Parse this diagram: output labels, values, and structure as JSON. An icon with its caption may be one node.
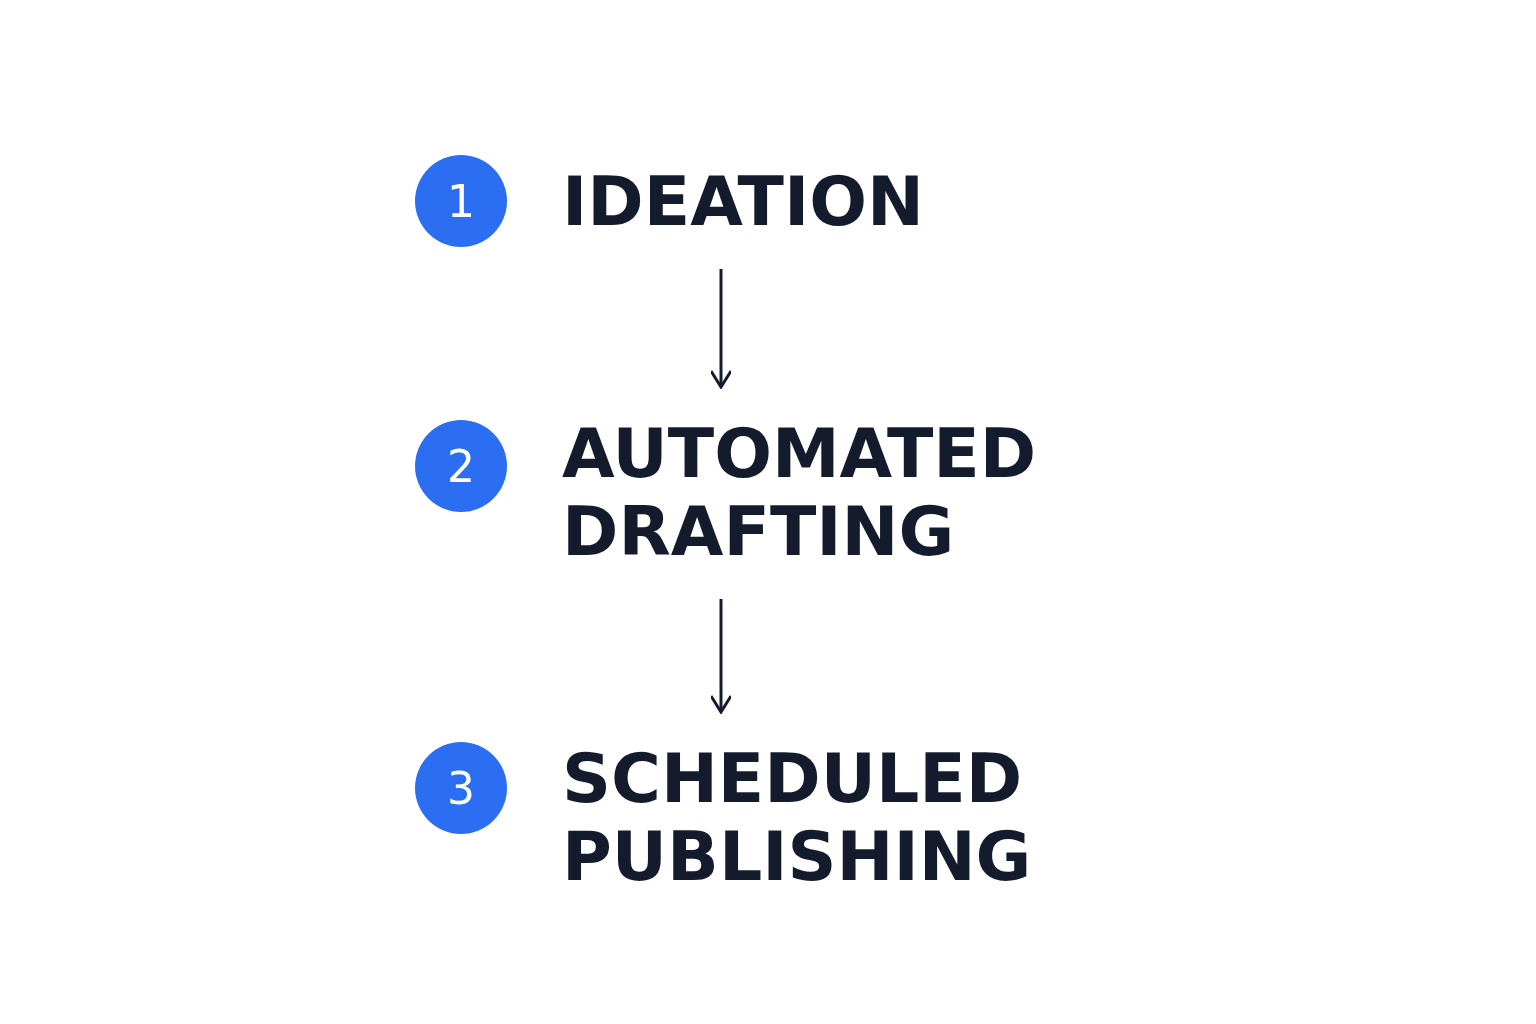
{
  "diagram": {
    "nodes": [
      {
        "text": [
          "1"
        ]
      },
      {
        "text": [
          "IDEATION"
        ]
      },
      {
        "text": [
          "2"
        ]
      },
      {
        "text": [
          "AUTOMATED DRAFTING"
        ]
      },
      {
        "text": [
          "3"
        ]
      },
      {
        "text": [
          "SCHEDULED PUBLISHING"
        ]
      }
    ],
    "edges": [
      {
        "from": 1,
        "to": 3,
        "arrow": "to"
      },
      {
        "from": 3,
        "to": 5,
        "arrow": "to"
      }
    ]
  }
}
